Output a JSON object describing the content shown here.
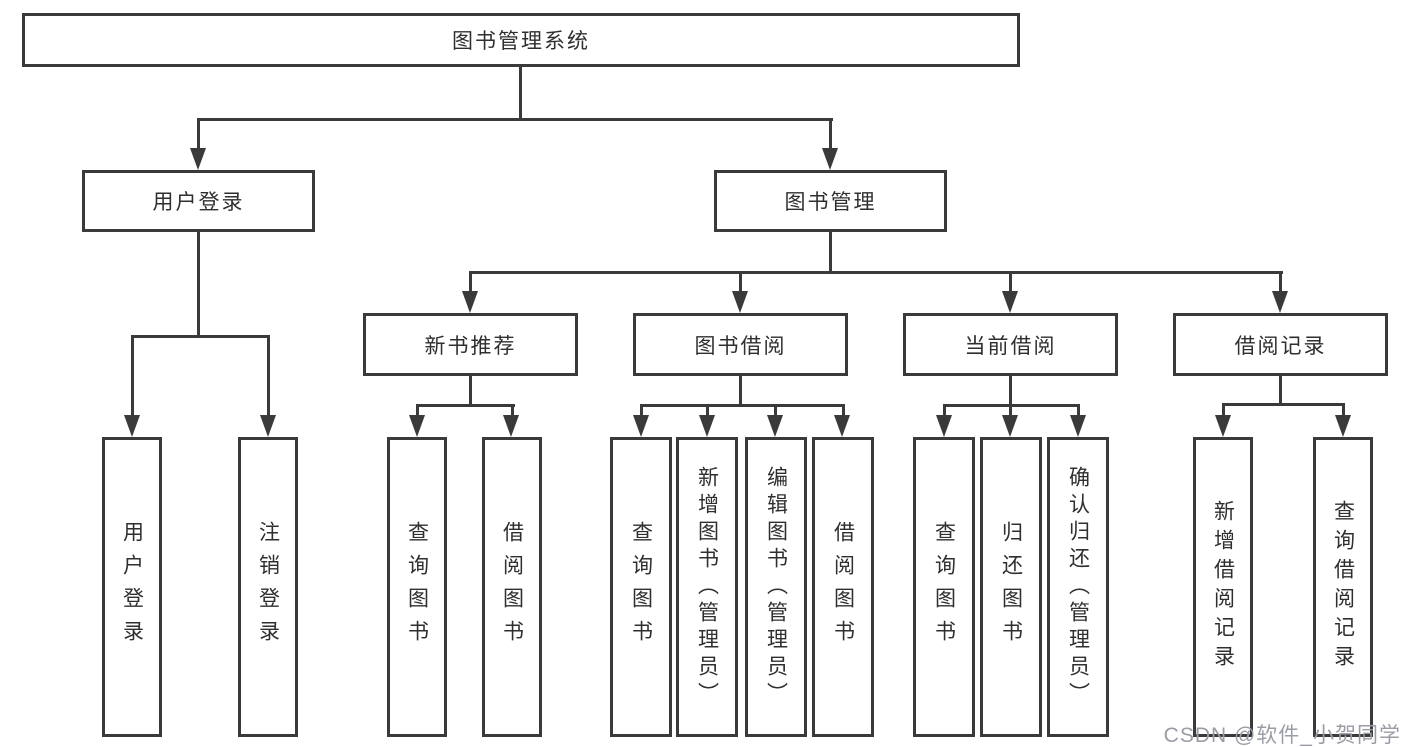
{
  "diagram": {
    "root": "图书管理系统",
    "level1": {
      "user_login": "用户登录",
      "book_mgmt": "图书管理"
    },
    "level2": {
      "new_books": "新书推荐",
      "book_borrow": "图书借阅",
      "current_borrow": "当前借阅",
      "borrow_records": "借阅记录"
    },
    "leaves": {
      "user_login": [
        "用户登录",
        "注销登录"
      ],
      "new_books": [
        "查询图书",
        "借阅图书"
      ],
      "book_borrow": [
        "查询图书",
        "新增图书（管理员）",
        "编辑图书（管理员）",
        "借阅图书"
      ],
      "current_borrow": [
        "查询图书",
        "归还图书",
        "确认归还（管理员）"
      ],
      "borrow_records": [
        "新增借阅记录",
        "查询借阅记录"
      ]
    }
  },
  "watermark": "CSDN @软件_小贺同学",
  "colors": {
    "line": "#3a3a3a",
    "text": "#2f2f2f",
    "background": "#ffffff",
    "watermark": "#9a9da5"
  }
}
